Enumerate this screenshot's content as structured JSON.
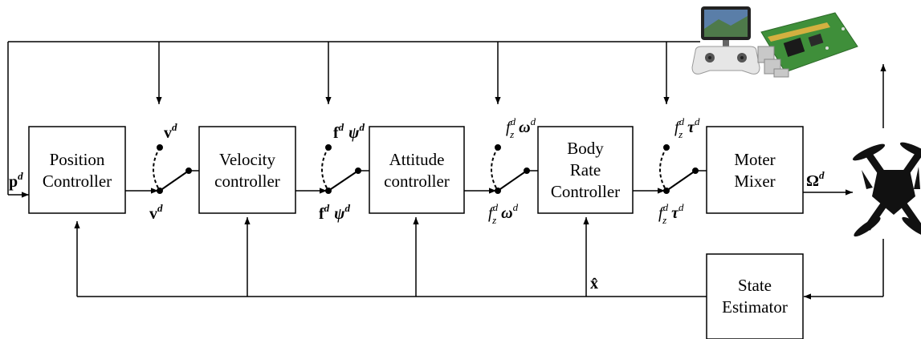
{
  "blocks": {
    "position": [
      "Position",
      "Controller"
    ],
    "velocity": [
      "Velocity",
      "controller"
    ],
    "attitude": [
      "Attitude",
      "controller"
    ],
    "bodyrate": [
      "Body",
      "Rate",
      "Controller"
    ],
    "mixer": [
      "Moter",
      "Mixer"
    ],
    "estimator": [
      "State",
      "Estimator"
    ]
  },
  "symbols": {
    "p": "p",
    "v": "v",
    "f": "f",
    "psi": "ψ",
    "fz": "f",
    "z": "z",
    "omega": "ω",
    "tau": "τ",
    "Omega": "Ω",
    "d": "d",
    "xhat": "x̂"
  },
  "colors": {
    "line": "#000000",
    "screen": "#5a7ea8",
    "board": "#3f8f3a",
    "drone": "#111111"
  },
  "icons": [
    "rc-transmitter-icon",
    "raspberry-pi-icon",
    "quadcopter-drone-icon"
  ]
}
